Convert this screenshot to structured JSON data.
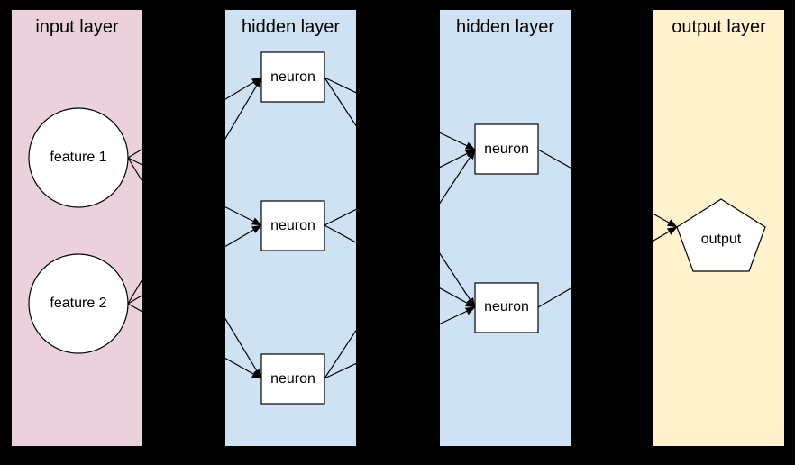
{
  "background_color": "#000000",
  "node_fill": "#ffffff",
  "edge_color": "#000000",
  "layers": [
    {
      "title": "input layer",
      "color": "#ead1dc",
      "type": "input",
      "nodes": [
        {
          "label": "feature 1",
          "shape": "circle"
        },
        {
          "label": "feature 2",
          "shape": "circle"
        }
      ]
    },
    {
      "title": "hidden layer",
      "color": "#cfe2f3",
      "type": "hidden",
      "nodes": [
        {
          "label": "neuron",
          "shape": "rect"
        },
        {
          "label": "neuron",
          "shape": "rect"
        },
        {
          "label": "neuron",
          "shape": "rect"
        }
      ]
    },
    {
      "title": "hidden layer",
      "color": "#cfe2f3",
      "type": "hidden",
      "nodes": [
        {
          "label": "neuron",
          "shape": "rect"
        },
        {
          "label": "neuron",
          "shape": "rect"
        }
      ]
    },
    {
      "title": "output layer",
      "color": "#fff2cc",
      "type": "output",
      "nodes": [
        {
          "label": "output",
          "shape": "pentagon"
        }
      ]
    }
  ],
  "edges": [
    {
      "from": "feature 1",
      "to": "hidden1 neuron 1"
    },
    {
      "from": "feature 1",
      "to": "hidden1 neuron 2"
    },
    {
      "from": "feature 1",
      "to": "hidden1 neuron 3"
    },
    {
      "from": "feature 2",
      "to": "hidden1 neuron 1"
    },
    {
      "from": "feature 2",
      "to": "hidden1 neuron 2"
    },
    {
      "from": "feature 2",
      "to": "hidden1 neuron 3"
    },
    {
      "from": "hidden1 neuron 1",
      "to": "hidden2 neuron 1"
    },
    {
      "from": "hidden1 neuron 1",
      "to": "hidden2 neuron 2"
    },
    {
      "from": "hidden1 neuron 2",
      "to": "hidden2 neuron 1"
    },
    {
      "from": "hidden1 neuron 2",
      "to": "hidden2 neuron 2"
    },
    {
      "from": "hidden1 neuron 3",
      "to": "hidden2 neuron 1"
    },
    {
      "from": "hidden1 neuron 3",
      "to": "hidden2 neuron 2"
    },
    {
      "from": "hidden2 neuron 1",
      "to": "output"
    },
    {
      "from": "hidden2 neuron 2",
      "to": "output"
    }
  ]
}
